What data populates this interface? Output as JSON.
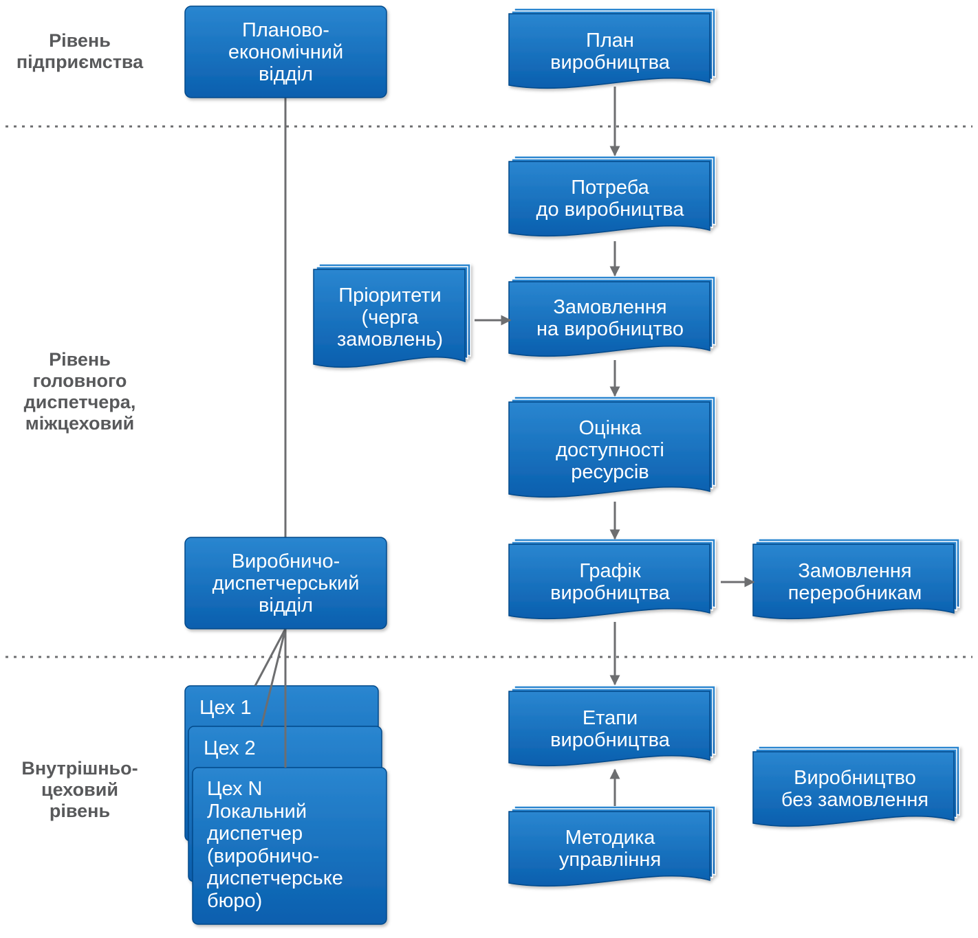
{
  "colors": {
    "box_fill_top": "#2a86d0",
    "box_fill_bottom": "#0a5fae",
    "box_stroke": "#06498a",
    "connector": "#6d6e70",
    "label_text": "#58595b",
    "divider": "#6d6e70"
  },
  "levels": {
    "enterprise": "Рівень\nпідприємства",
    "chief_dispatcher": "Рівень\nголовного\nдиспетчера,\nміжцеховий",
    "intra_shop": "Внутрішньо-\nцеховий\nрівень"
  },
  "departments": {
    "planning_economic": "Планово-\nекономічний\nвідділ",
    "production_dispatch": "Виробничо-\nдиспетчерський\nвідділ",
    "shop_1": "Цех 1",
    "shop_2": "Цех 2",
    "shop_n": "Цех N\nЛокальний\nдиспетчер\n(виробничо-\nдиспетчерське\nбюро)"
  },
  "documents": {
    "production_plan": "План\nвиробництва",
    "production_need": "Потреба\nдо виробництва",
    "priorities": "Пріоритети\n(черга\nзамовлень)",
    "production_order": "Замовлення\nна виробництво",
    "resource_assessment": "Оцінка\nдоступності\nресурсів",
    "production_schedule": "Графік\nвиробництва",
    "processor_orders": "Замовлення\nпереробникам",
    "production_stages": "Етапи\nвиробництва",
    "management_method": "Методика\nуправління",
    "production_without_order": "Виробництво\nбез замовлення"
  }
}
